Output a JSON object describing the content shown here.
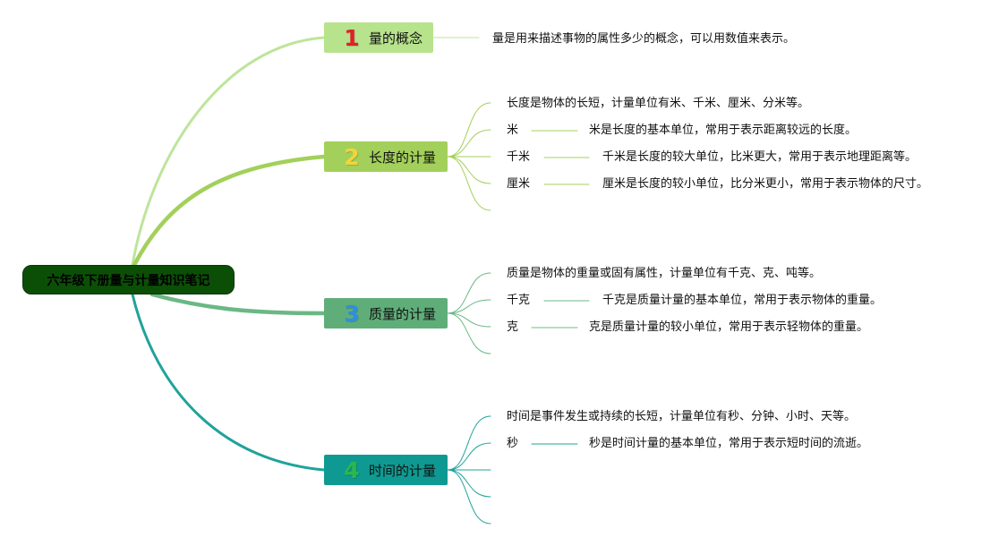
{
  "root": {
    "title": "六年级下册量与计量知识笔记"
  },
  "topics": [
    {
      "number": "1",
      "title": "量的概念",
      "color": "#b7e38c",
      "number_color": "#e0202a",
      "line_color": "#bde59a",
      "description": "量是用来描述事物的属性多少的概念，可以用数值来表示。"
    },
    {
      "number": "2",
      "title": "长度的计量",
      "color": "#a3d05b",
      "number_color": "#f3d43a",
      "line_color": "#a3d05b",
      "description": "长度是物体的长短，计量单位有米、千米、厘米、分米等。",
      "units": [
        {
          "label": "米",
          "text": "米是长度的基本单位，常用于表示距离较远的长度。"
        },
        {
          "label": "千米",
          "text": "千米是长度的较大单位，比米更大，常用于表示地理距离等。"
        },
        {
          "label": "厘米",
          "text": "厘米是长度的较小单位，比分米更小，常用于表示物体的尺寸。"
        }
      ]
    },
    {
      "number": "3",
      "title": "质量的计量",
      "color": "#5fae79",
      "number_color": "#2f8ee0",
      "line_color": "#6ab884",
      "description": "质量是物体的重量或固有属性，计量单位有千克、克、吨等。",
      "units": [
        {
          "label": "千克",
          "text": "千克是质量计量的基本单位，常用于表示物体的重量。"
        },
        {
          "label": "克",
          "text": "克是质量计量的较小单位，常用于表示轻物体的重量。"
        }
      ]
    },
    {
      "number": "4",
      "title": "时间的计量",
      "color": "#0e9a92",
      "number_color": "#2bb84a",
      "line_color": "#1fa39a",
      "description": "时间是事件发生或持续的长短，计量单位有秒、分钟、小时、天等。",
      "units": [
        {
          "label": "秒",
          "text": "秒是时间计量的基本单位，常用于表示短时间的流逝。"
        }
      ]
    }
  ]
}
